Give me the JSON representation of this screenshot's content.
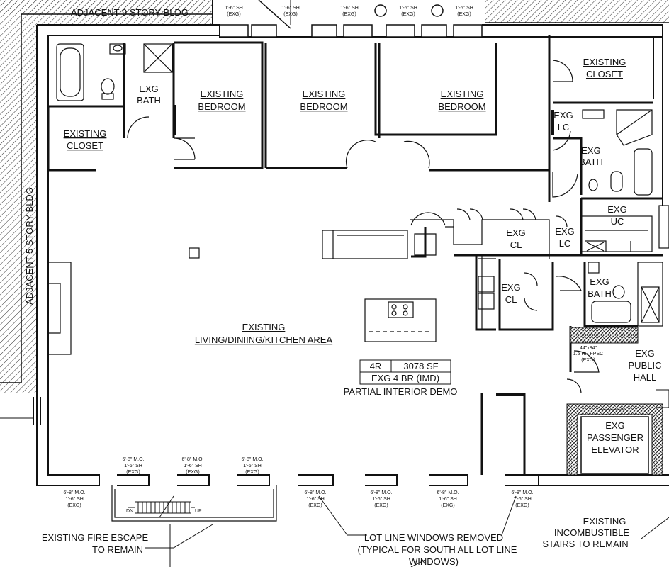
{
  "adjacent": {
    "top": "ADJACENT 9 STORY BLDG",
    "left": "ADJACENT 5 STORY BLDG"
  },
  "rooms": {
    "bath_nw": [
      "EXG",
      "BATH"
    ],
    "closet_w": [
      "EXISTING",
      "CLOSET"
    ],
    "bedroom_1": [
      "EXISTING",
      "BEDROOM"
    ],
    "bedroom_2": [
      "EXISTING",
      "BEDROOM"
    ],
    "bedroom_3": [
      "EXISTING",
      "BEDROOM"
    ],
    "closet_ne": [
      "EXISTING",
      "CLOSET"
    ],
    "lc_1": [
      "EXG",
      "LC"
    ],
    "bath_ne": [
      "EXG",
      "BATH"
    ],
    "uc": [
      "EXG",
      "UC"
    ],
    "cl_1": [
      "EXG",
      "CL"
    ],
    "lc_2": [
      "EXG",
      "LC"
    ],
    "cl_2": [
      "EXG",
      "CL"
    ],
    "bath_e": [
      "EXG",
      "BATH"
    ],
    "living": [
      "EXISTING",
      "LIVING/DINIING/KITCHEN AREA"
    ],
    "public_hall": [
      "EXG",
      "PUBLIC",
      "HALL"
    ],
    "elevator": [
      "EXG",
      "PASSENGER",
      "ELEVATOR"
    ]
  },
  "unit_box": {
    "type": "4R",
    "area": "3078 SF",
    "desc": "EXG 4 BR (IMD)",
    "note": "PARTIAL INTERIOR DEMO"
  },
  "window_tags": {
    "mo": "6'-8\" M.O.",
    "sh": "1'-6\" SH",
    "exg": "(EXG)",
    "top_sh": "1'-6\" SH",
    "fpsc": "44\"x84\"",
    "fpsc2": "1.5 HR FPSC"
  },
  "stairs": {
    "dn": "DN",
    "up": "UP"
  },
  "callouts": {
    "fire_escape": [
      "EXISTING FIRE ESCAPE",
      "TO REMAIN"
    ],
    "lot_line": [
      "LOT LINE WINDOWS REMOVED",
      "(TYPICAL FOR SOUTH ALL LOT LINE",
      "WINDOWS)"
    ],
    "stairs": [
      "EXISTING",
      "INCOMBUSTIBLE",
      "STAIRS TO REMAIN"
    ]
  }
}
